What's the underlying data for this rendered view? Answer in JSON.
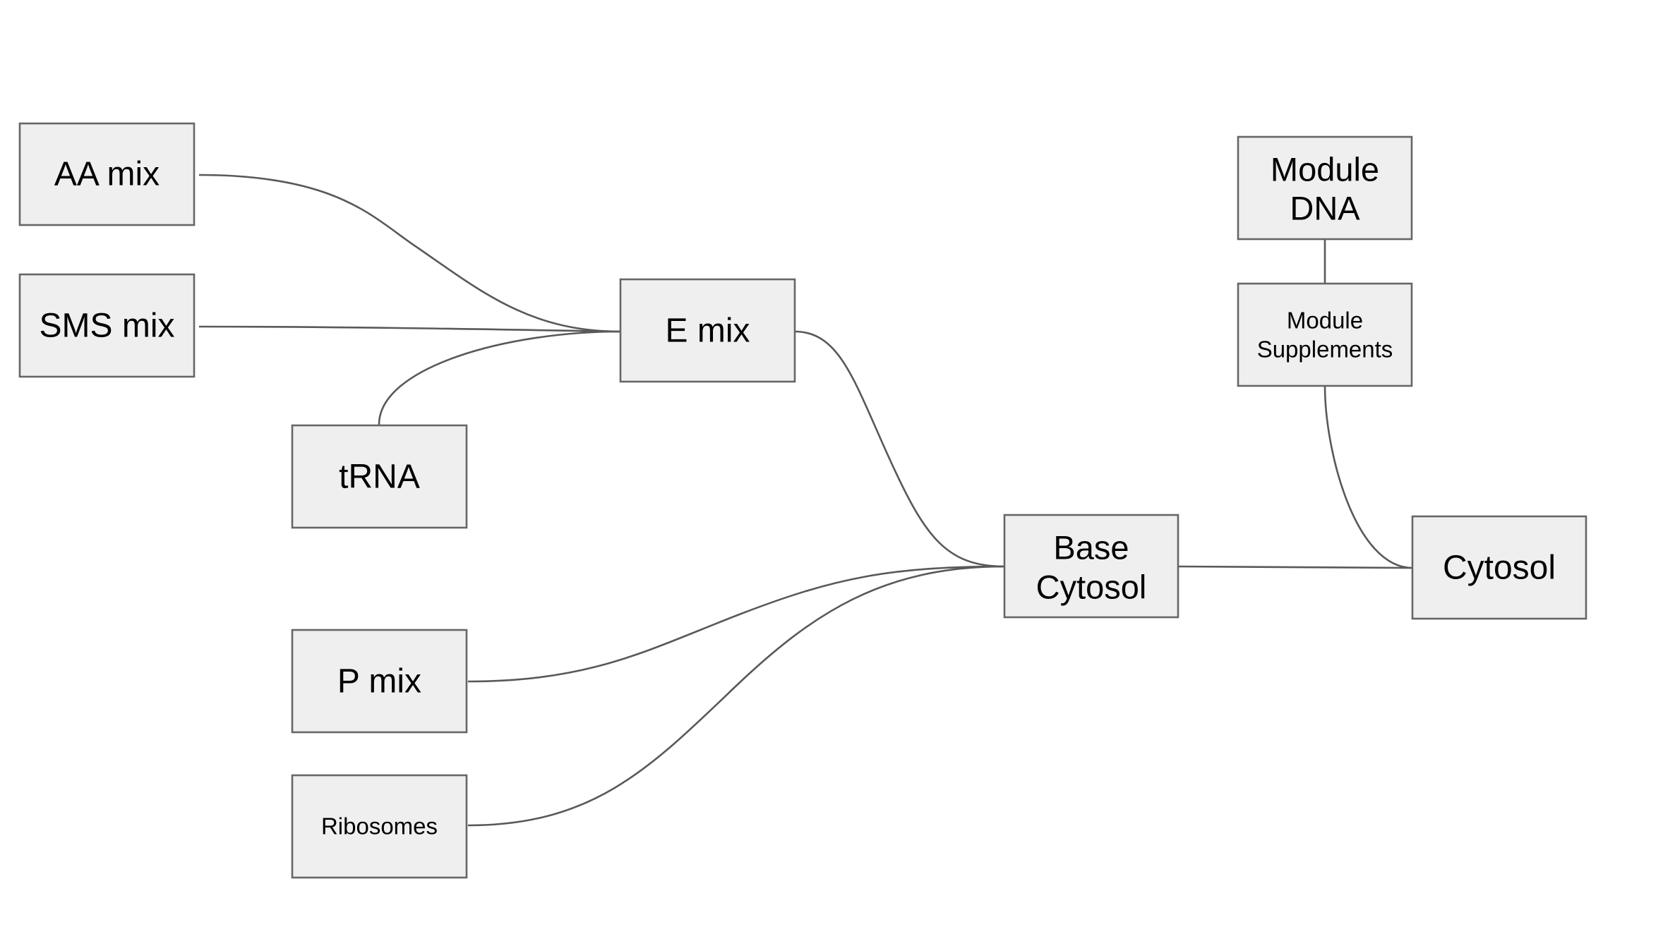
{
  "diagram": {
    "nodes": {
      "aa_mix": "AA mix",
      "sms_mix": "SMS mix",
      "trna": "tRNA",
      "e_mix": "E mix",
      "p_mix": "P mix",
      "ribosomes": "Ribosomes",
      "base_cytosol": [
        "Base",
        "Cytosol"
      ],
      "module_dna": [
        "Module",
        "DNA"
      ],
      "module_supplements": [
        "Module",
        "Supplements"
      ],
      "cytosol": "Cytosol"
    },
    "edges": [
      {
        "from": "aa_mix",
        "to": "e_mix"
      },
      {
        "from": "sms_mix",
        "to": "e_mix"
      },
      {
        "from": "trna",
        "to": "e_mix"
      },
      {
        "from": "e_mix",
        "to": "base_cytosol"
      },
      {
        "from": "p_mix",
        "to": "base_cytosol"
      },
      {
        "from": "ribosomes",
        "to": "base_cytosol"
      },
      {
        "from": "base_cytosol",
        "to": "cytosol"
      },
      {
        "from": "module_dna",
        "to": "module_supplements"
      },
      {
        "from": "module_supplements",
        "to": "cytosol"
      }
    ],
    "colors": {
      "node_fill": "#efefef",
      "node_border": "#666666",
      "edge": "#595959",
      "text": "#000000"
    }
  }
}
